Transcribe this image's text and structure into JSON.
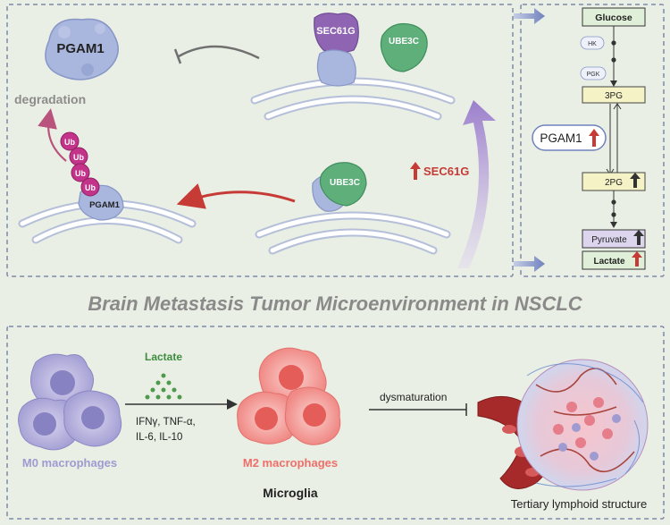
{
  "colors": {
    "background": "#e9efe4",
    "panel_border": "#7f8aa8",
    "pgam1_fill": "#a9b6dd",
    "sec61g_fill": "#8f65b3",
    "ube3c_fill": "#5faf7b",
    "ub_fill": "#c4338a",
    "red_arrow": "#c63b36",
    "purple_arrow": "#a98cd1",
    "m0_color": "#9f9bd1",
    "m2_color": "#ee6f6a",
    "lactate_green": "#3f8c3e",
    "title_gray": "#8a8a8a"
  },
  "top_panel": {
    "pgam1_label": "PGAM1",
    "degradation_label": "degradation",
    "sec61g_protein_label": "SEC61G",
    "ube3c_top_label": "UBE3C",
    "ube3c_bottom_label": "UBE3C",
    "ub_labels": [
      "Ub",
      "Ub",
      "Ub",
      "Ub"
    ],
    "pgam1_small_label": "PGAM1",
    "sec61g_up_label": "SEC61G"
  },
  "pathway": {
    "glucose": "Glucose",
    "hk": "HK",
    "pgk": "PGK",
    "pg3": "3PG",
    "pgam1": "PGAM1",
    "pg2": "2PG",
    "pyruvate": "Pyruvate",
    "lactate": "Lactate"
  },
  "title": "Brain Metastasis Tumor Microenvironment in NSCLC",
  "bottom_panel": {
    "lactate_label": "Lactate",
    "cytokines_line1": "IFNγ, TNF-α,",
    "cytokines_line2": "IL-6, IL-10",
    "m0_label": "M0 macrophages",
    "m2_label": "M2 macrophages",
    "microglia_label": "Microglia",
    "dysmaturation_label": "dysmaturation",
    "tls_label": "Tertiary lymphoid structure"
  }
}
